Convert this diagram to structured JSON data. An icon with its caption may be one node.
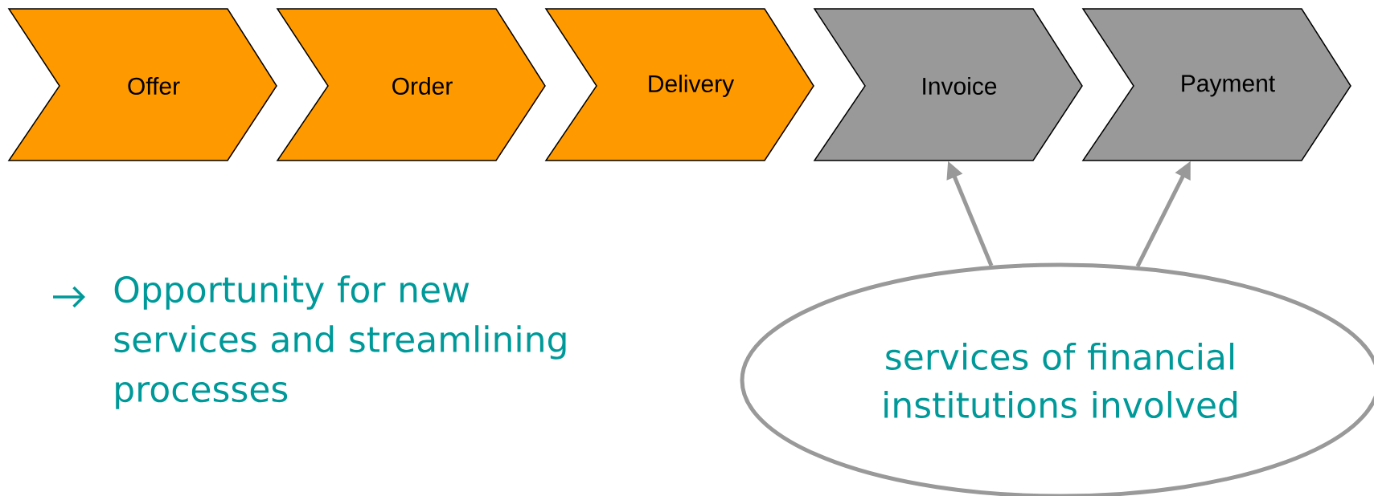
{
  "diagram": {
    "nodes": [
      {
        "text": [
          "Offer"
        ]
      },
      {
        "text": [
          "Order"
        ]
      },
      {
        "text": [
          "Delivery"
        ]
      },
      {
        "text": [
          "Invoice"
        ]
      },
      {
        "text": [
          "Payment"
        ]
      },
      {
        "text": [
          "services of financial institutions involved"
        ]
      }
    ],
    "edges": [
      {
        "from": 5,
        "to": 3,
        "arrow": "to"
      },
      {
        "from": 5,
        "to": 4,
        "arrow": "to"
      }
    ],
    "labels": [
      "Opportunity for new services and streamlining processes"
    ]
  }
}
